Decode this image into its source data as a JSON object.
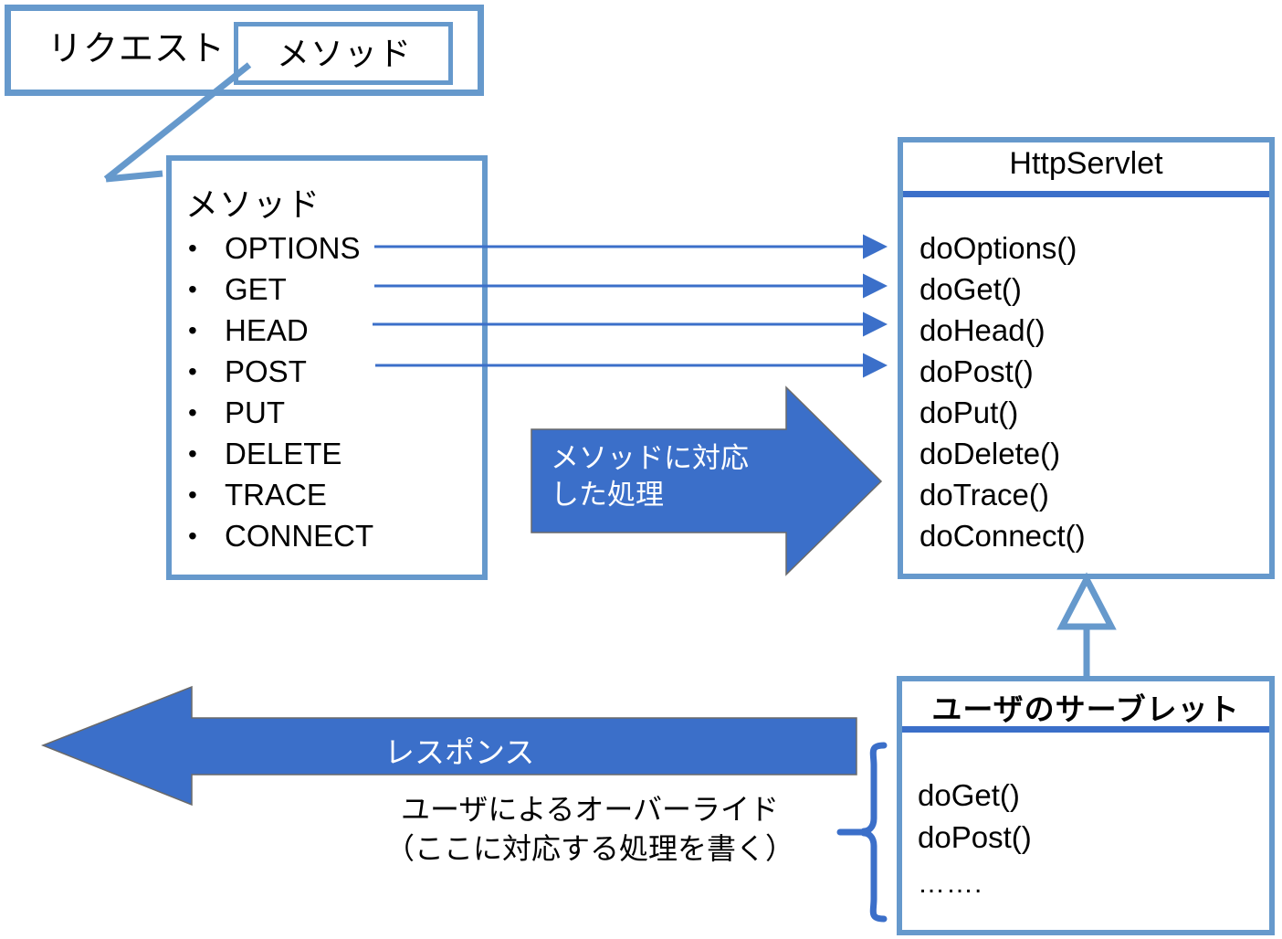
{
  "diagram": {
    "title": "HTTP request method to HttpServlet do-method mapping",
    "colors": {
      "box_border": "#6699CC",
      "divider": "#3B6FC9",
      "arrow_fill": "#3B6FC9",
      "thin_arrow": "#3B6FC9",
      "text": "#000000",
      "arrow_text": "#FFFFFF",
      "background": "#FFFFFF"
    }
  },
  "request_box": {
    "label": "リクエスト",
    "inner_box_label": "メソッド"
  },
  "methods_box": {
    "title": "メソッド",
    "items": [
      "OPTIONS",
      "GET",
      "HEAD",
      "POST",
      "PUT",
      "DELETE",
      "TRACE",
      "CONNECT"
    ]
  },
  "process_arrow": {
    "label": "メソッドに対応\nした処理"
  },
  "httpservlet_box": {
    "title": "HttpServlet",
    "methods": [
      "doOptions()",
      "doGet()",
      "doHead()",
      "doPost()",
      "doPut()",
      "doDelete()",
      "doTrace()",
      "doConnect()"
    ]
  },
  "userservlet_box": {
    "title": "ユーザのサーブレット",
    "methods": [
      "doGet()",
      "doPost()",
      "……."
    ]
  },
  "response_arrow": {
    "label": "レスポンス"
  },
  "override_note": {
    "text": "ユーザによるオーバーライド\n（ここに対応する処理を書く）"
  },
  "connectors": {
    "mapping_arrow_count": 4,
    "inheritance": "hollow-triangle-generalization"
  }
}
